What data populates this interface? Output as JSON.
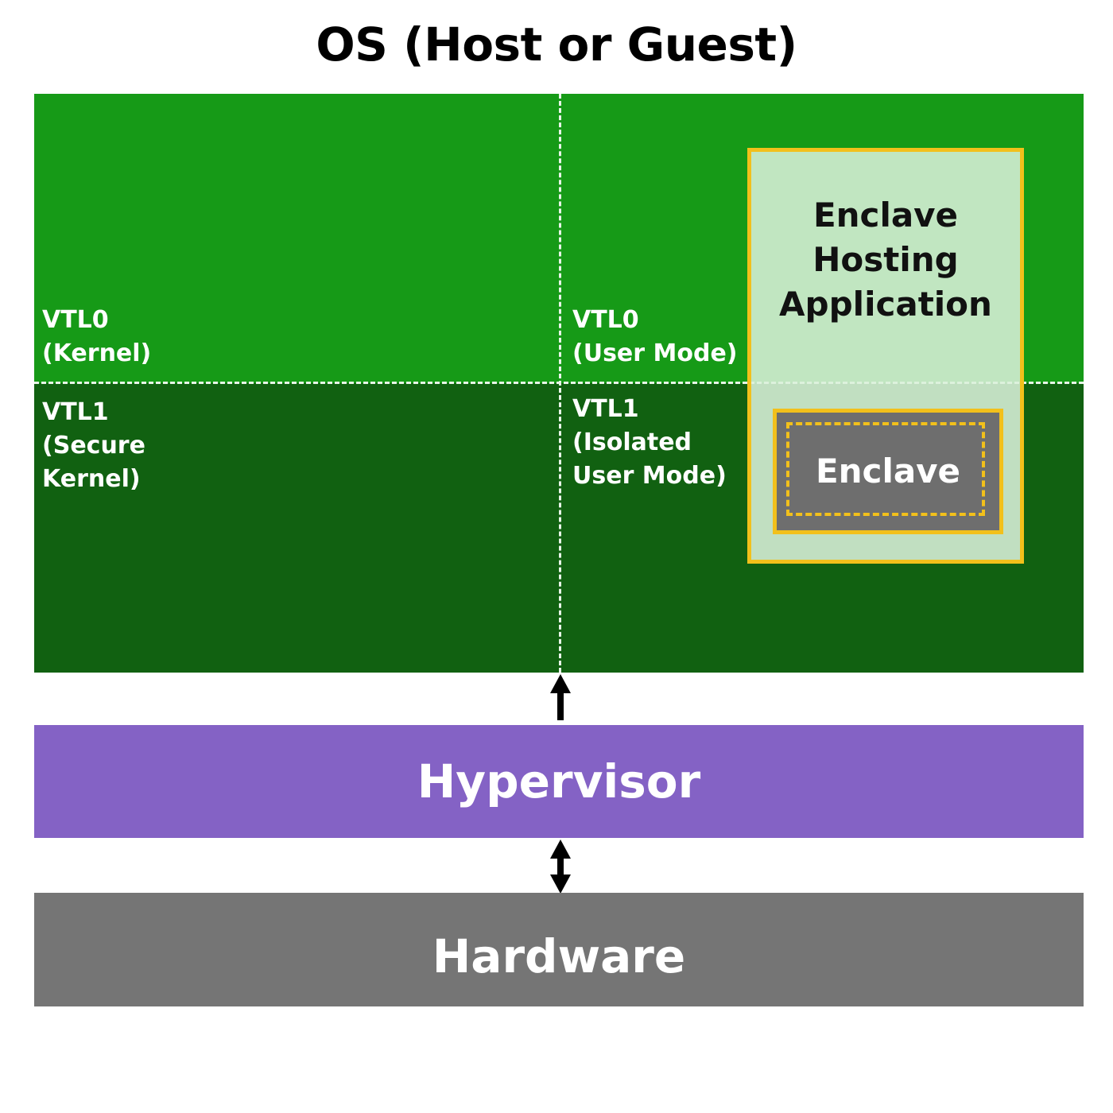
{
  "title": "OS (Host or Guest)",
  "os": {
    "vtl0_kernel": {
      "line1": "VTL0",
      "line2": "(Kernel)"
    },
    "vtl0_user": {
      "line1": "VTL0",
      "line2": "(User Mode)"
    },
    "vtl1_kernel": {
      "line1": "VTL1",
      "line2": "(Secure",
      "line3": "Kernel)"
    },
    "vtl1_user": {
      "line1": "VTL1",
      "line2": "(Isolated",
      "line3": "User Mode)"
    }
  },
  "host_app": {
    "line1": "Enclave",
    "line2": "Hosting",
    "line3": "Application"
  },
  "enclave": {
    "label": "Enclave"
  },
  "hypervisor": {
    "label": "Hypervisor"
  },
  "hardware": {
    "label": "Hardware"
  },
  "colors": {
    "vtl0": "#169a17",
    "vtl1": "#116111",
    "enclave_border": "#f2c01b",
    "hypervisor": "#8462c5",
    "hardware": "#757575"
  }
}
